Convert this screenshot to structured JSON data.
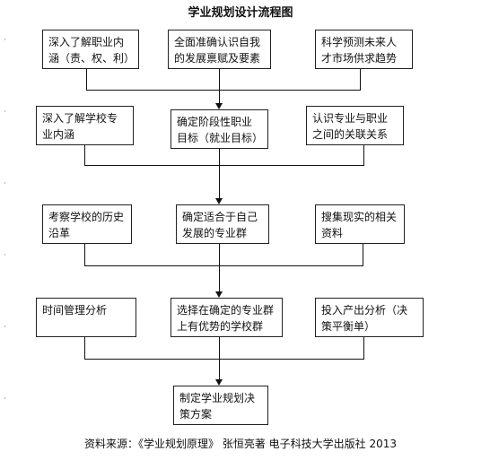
{
  "title": "学业规划设计流程图",
  "rows": [
    {
      "boxes": [
        "深入了解职业内涵（责、权、利）",
        "全面准确认识自我的发展禀赋及要素",
        "科学预测未来人才市场供求趋势"
      ]
    },
    {
      "boxes": [
        "深入了解学校专业内涵",
        "确定阶段性职业目标（就业目标）",
        "认识专业与职业之间的关联关系"
      ]
    },
    {
      "boxes": [
        "考察学校的历史沿革",
        "确定适合于自己发展的专业群",
        "搜集现实的相关资料"
      ]
    },
    {
      "boxes": [
        "时间管理分析",
        "选择在确定的专业群上有优势的学校群",
        "投入产出分析（决策平衡单）"
      ]
    }
  ],
  "final": "制定学业规划决策方案",
  "source": "资料来源：《学业规划原理》 张恒亮著  电子科技大学出版社 2013"
}
